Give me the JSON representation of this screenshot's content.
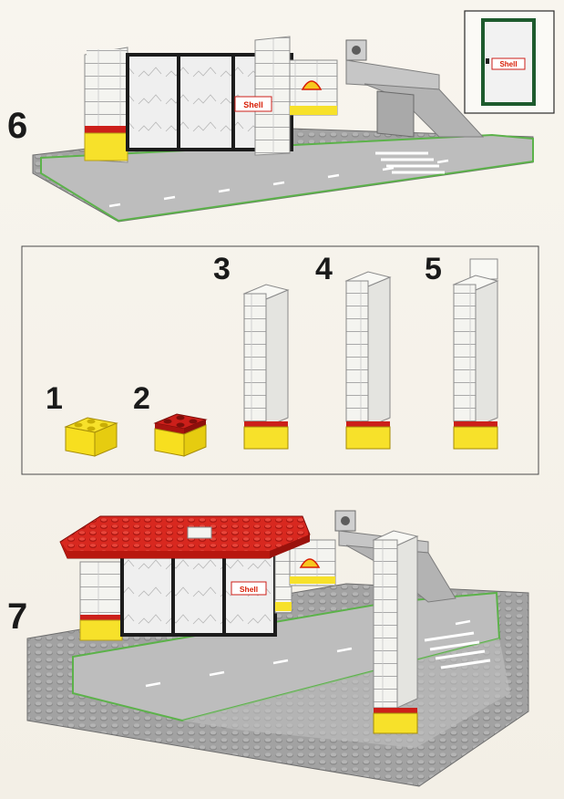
{
  "steps": {
    "step6": "6",
    "step7": "7"
  },
  "substeps": [
    "1",
    "2",
    "3",
    "4",
    "5"
  ],
  "brand": {
    "logo_text": "Shell"
  },
  "colors": {
    "baseplate": "#9c9c9c",
    "road": "#b9b9b9",
    "road_edge": "#5cb24a",
    "brick_white": "#f4f4f0",
    "brick_yellow": "#f7e12a",
    "brick_red": "#cc1f1a",
    "window_frame": "#1c1c1c",
    "door_frame_green": "#1e5b2e"
  }
}
